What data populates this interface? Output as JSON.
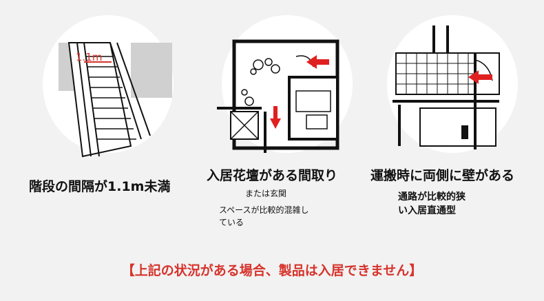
{
  "panels": [
    {
      "label": "1.1m",
      "title": "階段の間隔が1.1m未満"
    },
    {
      "title": "入居花壇がある間取り",
      "subtitle": "または玄関",
      "note_line1": "スペースが比較的混雑し",
      "note_line2": "ている"
    },
    {
      "title": "運搬時に両側に壁がある",
      "note_line1": "通路が比較的狭",
      "note_line2": "い入居直通型"
    }
  ],
  "footer": "【上記の状況がある場合、製品は入居できません】",
  "colors": {
    "accent": "#d6332b",
    "arrow": "#e02020"
  }
}
